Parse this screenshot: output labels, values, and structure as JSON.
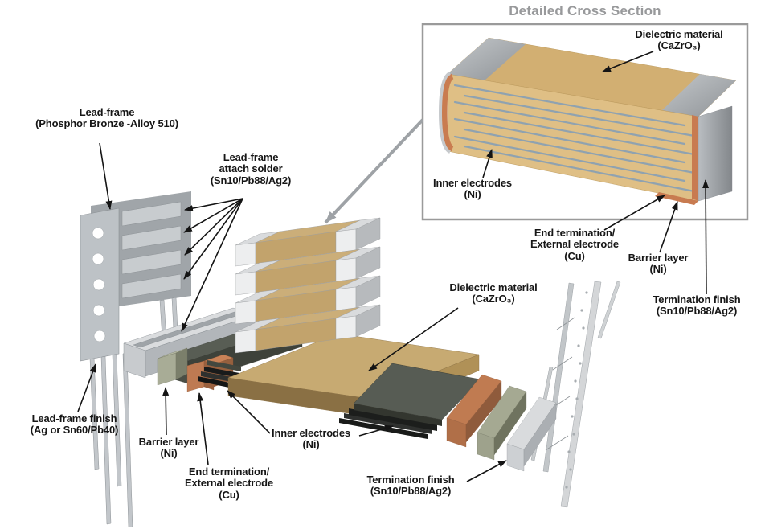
{
  "detail_section": {
    "title": "Detailed Cross Section",
    "labels": {
      "dielectric": {
        "line1": "Dielectric material",
        "line2": "(CaZrO₃)"
      },
      "inner_electrodes": {
        "line1": "Inner electrodes",
        "line2": "(Ni)"
      },
      "end_termination": {
        "line1": "End termination/",
        "line2": "External electrode",
        "line3": "(Cu)"
      },
      "barrier_layer": {
        "line1": "Barrier layer",
        "line2": "(Ni)"
      },
      "termination_finish": {
        "line1": "Termination finish",
        "line2": "(Sn10/Pb88/Ag2)"
      }
    }
  },
  "exploded_view": {
    "labels": {
      "lead_frame": {
        "line1": "Lead-frame",
        "line2": "(Phosphor Bronze -Alloy 510)"
      },
      "lead_frame_attach_solder": {
        "line1": "Lead-frame",
        "line2": "attach solder",
        "line3": "(Sn10/Pb88/Ag2)"
      },
      "dielectric": {
        "line1": "Dielectric material",
        "line2": "(CaZrO₃)"
      },
      "lead_frame_finish": {
        "line1": "Lead-frame finish",
        "line2": "(Ag or Sn60/Pb40)"
      },
      "barrier_layer": {
        "line1": "Barrier layer",
        "line2": "(Ni)"
      },
      "end_termination": {
        "line1": "End termination/",
        "line2": "External electrode",
        "line3": "(Cu)"
      },
      "inner_electrodes": {
        "line1": "Inner electrodes",
        "line2": "(Ni)"
      },
      "termination_finish": {
        "line1": "Termination finish",
        "line2": "(Sn10/Pb88/Ag2)"
      }
    }
  },
  "colors": {
    "ceramic_tan": "#C9AC74",
    "ceramic_tan_light": "#DFBF85",
    "electrode_line_blue": "#8FA2B0",
    "copper": "#BE7A52",
    "nickel_sage": "#A8AC96",
    "dark_electrode": "#51564F",
    "silver_metal": "#CDD0D3",
    "lead_frame_gray": "#BDC2C6",
    "title_gray": "#98999b",
    "box_border_gray": "#9A9A9A",
    "arrow_black": "#141414",
    "arrow_gray": "#9EA2A6"
  }
}
